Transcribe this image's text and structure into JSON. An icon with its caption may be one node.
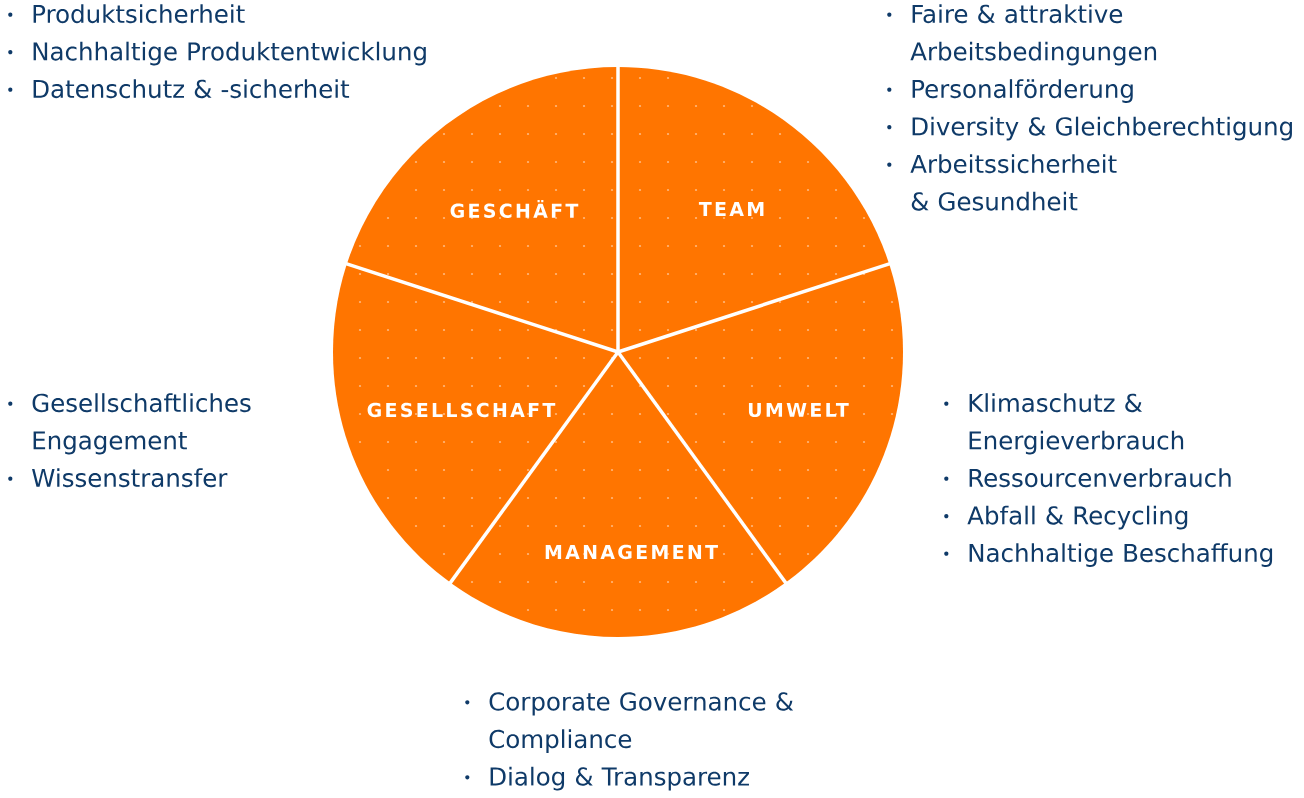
{
  "diagram": {
    "nodes": [
      {
        "text": [
          "GESCHÄFT"
        ],
        "beside": [
          "Produktsicherheit",
          "Nachhaltige Produktentwicklung",
          "Datenschutz & -sicherheit"
        ]
      },
      {
        "text": [
          "TEAM"
        ],
        "beside": [
          "Faire & attraktive Arbeitsbedingungen",
          "Personalförderung",
          "Diversity & Gleichberechtigung",
          "Arbeitssicherheit & Gesundheit"
        ]
      },
      {
        "text": [
          "GESELLSCHAFT"
        ],
        "beside": [
          "Gesellschaftliches Engagement",
          "Wissenstransfer"
        ]
      },
      {
        "text": [
          "UMWELT"
        ],
        "beside": [
          "Klimaschutz & Energieverbrauch",
          "Ressourcenverbrauch",
          "Abfall & Recycling",
          "Nachhaltige Beschaffung"
        ]
      },
      {
        "text": [
          "MANAGEMENT"
        ],
        "beside": [
          "Corporate Governance & Compliance",
          "Dialog & Transparenz"
        ]
      }
    ]
  }
}
